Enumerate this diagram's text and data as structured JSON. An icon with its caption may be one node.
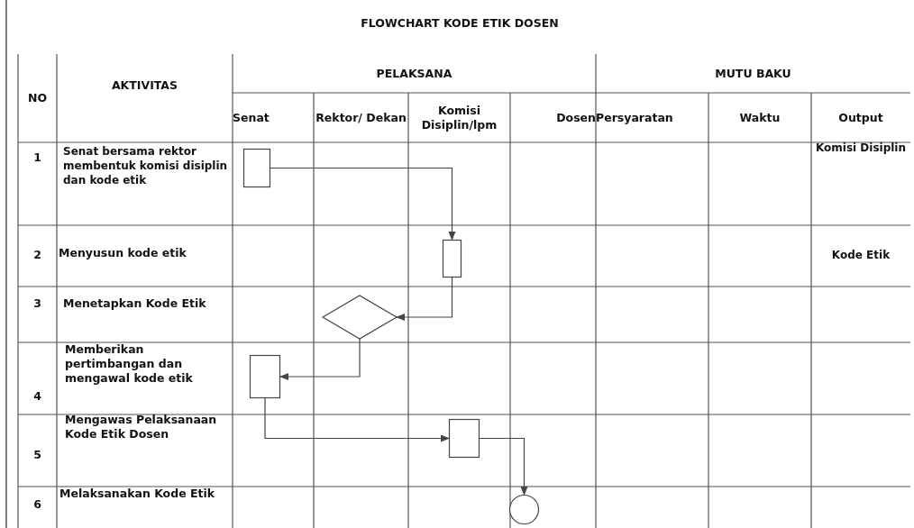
{
  "diagram": {
    "title": "FLOWCHART KODE ETIK DOSEN",
    "nodes": [
      {
        "text": [],
        "shape": "box"
      },
      {
        "text": [],
        "shape": "box"
      },
      {
        "text": [],
        "shape": "diamond"
      },
      {
        "text": [],
        "shape": "box"
      },
      {
        "text": [],
        "shape": "box"
      },
      {
        "text": [],
        "shape": "circle"
      }
    ],
    "edges": [
      {
        "from": 0,
        "to": 1,
        "arrow": "to"
      },
      {
        "from": 1,
        "to": 2,
        "arrow": "to"
      },
      {
        "from": 2,
        "to": 3,
        "arrow": "to"
      },
      {
        "from": 3,
        "to": 4,
        "arrow": "to"
      },
      {
        "from": 4,
        "to": 5,
        "arrow": "to"
      }
    ],
    "labels": [
      "NO",
      "AKTIVITAS",
      "PELAKSANA",
      "MUTU BAKU",
      "Senat",
      "Rektor/ Dekan",
      "Komisi Disiplin/lpm",
      "Dosen",
      "Persyaratan",
      "Waktu",
      "Output",
      "1",
      "Senat bersama rektor membentuk komisi disiplin dan kode etik",
      "Komisi Disiplin",
      "2",
      "Menyusun kode etik",
      "Kode Etik",
      "3",
      "Menetapkan Kode Etik",
      "4",
      "Memberikan pertimbangan dan mengawal kode etik",
      "5",
      "Mengawas Pelaksanaan Kode Etik Dosen",
      "6",
      "Melaksanakan Kode Etik"
    ]
  }
}
